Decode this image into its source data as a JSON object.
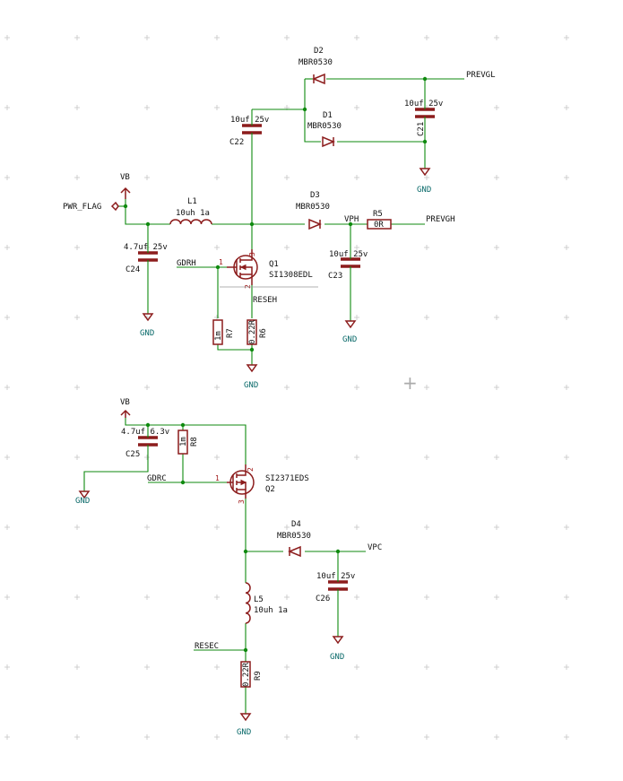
{
  "nets": {
    "prevgl": "PREVGL",
    "prevgh": "PREVGH",
    "vph": "VPH",
    "vpc": "VPC",
    "gdrh": "GDRH",
    "gdrc": "GDRC",
    "reseh": "RESEH",
    "resec": "RESEC",
    "pwr_flag": "PWR_FLAG",
    "vb": "VB",
    "gnd": "GND"
  },
  "components": {
    "d1": {
      "ref": "D1",
      "value": "MBR0530"
    },
    "d2": {
      "ref": "D2",
      "value": "MBR0530"
    },
    "d3": {
      "ref": "D3",
      "value": "MBR0530"
    },
    "d4": {
      "ref": "D4",
      "value": "MBR0530"
    },
    "c21": {
      "ref": "C21",
      "value": "10uf 25v"
    },
    "c22": {
      "ref": "C22",
      "value": "10uf 25v"
    },
    "c23": {
      "ref": "C23",
      "value": "10uf 25v"
    },
    "c24": {
      "ref": "C24",
      "value": "4.7uf 25v"
    },
    "c25": {
      "ref": "C25",
      "value": "4.7uf 6.3v"
    },
    "c26": {
      "ref": "C26",
      "value": "10uf 25v"
    },
    "l1": {
      "ref": "L1",
      "value": "10uh 1a"
    },
    "l5": {
      "ref": "L5",
      "value": "10uh 1a"
    },
    "r5": {
      "ref": "R5",
      "value": "0R"
    },
    "r6": {
      "ref": "R6",
      "value": "0.22R"
    },
    "r7": {
      "ref": "R7",
      "value": "1m"
    },
    "r8": {
      "ref": "R8",
      "value": "1m"
    },
    "r9": {
      "ref": "R9",
      "value": "0.22R"
    },
    "q1": {
      "ref": "Q1",
      "value": "SI1308EDL"
    },
    "q2": {
      "ref": "Q2",
      "value": "SI2371EDS"
    }
  },
  "pins": {
    "one": "1",
    "two": "2",
    "three": "3"
  },
  "cursor": "+"
}
